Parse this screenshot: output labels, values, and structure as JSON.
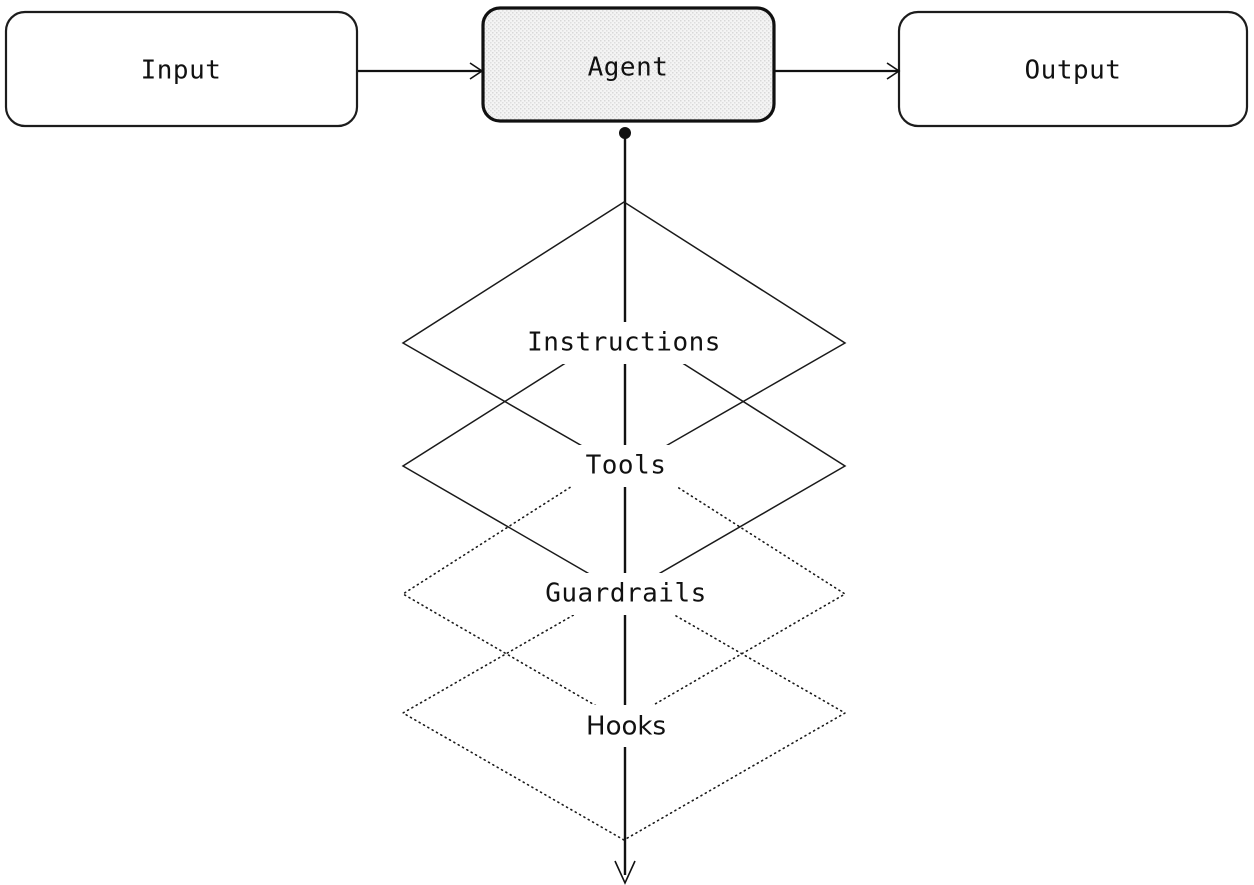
{
  "diagram": {
    "title": "Agent pipeline diagram",
    "background_color": "#ffffff",
    "stroke_color": "#111111",
    "agent_fill_color": "#eeeeee",
    "nodes": [
      {
        "id": "input",
        "label": "Input",
        "shape": "rounded-rect",
        "fill": "white"
      },
      {
        "id": "agent",
        "label": "Agent",
        "shape": "rounded-rect",
        "fill": "stippled-gray"
      },
      {
        "id": "output",
        "label": "Output",
        "shape": "rounded-rect",
        "fill": "white"
      }
    ],
    "layers": [
      {
        "id": "instructions",
        "label": "Instructions",
        "shape": "diamond",
        "stroke_style": "solid"
      },
      {
        "id": "tools",
        "label": "Tools",
        "shape": "diamond",
        "stroke_style": "solid"
      },
      {
        "id": "guardrails",
        "label": "Guardrails",
        "shape": "diamond",
        "stroke_style": "dotted"
      },
      {
        "id": "hooks",
        "label": "Hooks",
        "shape": "diamond",
        "stroke_style": "dotted"
      }
    ],
    "connections": [
      {
        "id": "input-to-agent",
        "from": "input",
        "to": "agent",
        "style": "solid-arrow",
        "direction": "right"
      },
      {
        "id": "agent-to-output",
        "from": "agent",
        "to": "output",
        "style": "solid-arrow",
        "direction": "right"
      },
      {
        "id": "agent-spine",
        "from": "agent",
        "to": "hooks",
        "style": "ball-and-arrow",
        "direction": "down"
      }
    ]
  }
}
